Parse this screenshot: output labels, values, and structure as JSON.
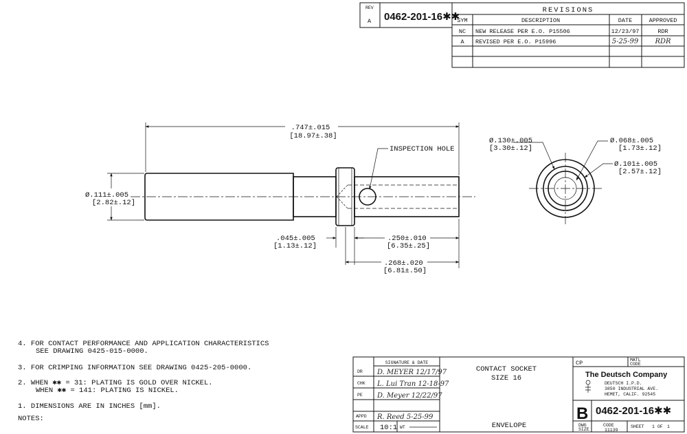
{
  "rev_block": {
    "rev_label": "REV",
    "rev_value": "A",
    "drawing_number": "0462-201-16✱✱"
  },
  "revisions": {
    "title": "REVISIONS",
    "headers": [
      "SYM",
      "DESCRIPTION",
      "DATE",
      "APPROVED"
    ],
    "rows": [
      {
        "sym": "NC",
        "description": "NEW RELEASE PER E.O. P15506",
        "date": "12/23/97",
        "approved": "RDR"
      },
      {
        "sym": "A",
        "description": "REVISED PER E.O. P15996",
        "date": "5-25-99",
        "approved": "RDR"
      }
    ]
  },
  "dimensions": {
    "overall_length": ".747±.015",
    "overall_length_mm": "[18.97±.38]",
    "inspection_hole": "INSPECTION HOLE",
    "body_dia": "Ø.111±.005",
    "body_dia_mm": "[2.82±.12]",
    "collar_width": ".045±.005",
    "collar_width_mm": "[1.13±.12]",
    "socket_len": ".250±.010",
    "socket_len_mm": "[6.35±.25]",
    "socket_total": ".268±.020",
    "socket_total_mm": "[6.81±.50]",
    "outer_dia": "Ø.130±.005",
    "outer_dia_mm": "[3.30±.12]",
    "inner_dia": "Ø.068±.005",
    "inner_dia_mm": "[1.73±.12]",
    "mid_dia": "Ø.101±.005",
    "mid_dia_mm": "[2.57±.12]"
  },
  "notes": {
    "n4_line1": "4.  FOR CONTACT PERFORMANCE AND APPLICATION CHARACTERISTICS",
    "n4_line2": "SEE DRAWING 0425-015-0000.",
    "n3": "3.  FOR CRIMPING INFORMATION SEE DRAWING 0425-205-0000.",
    "n2_line1": "2.  WHEN ✱✱ = 31:  PLATING IS GOLD OVER NICKEL.",
    "n2_line2": "WHEN ✱✱ = 141:  PLATING IS NICKEL.",
    "n1": "1.  DIMENSIONS ARE IN INCHES [mm].",
    "title": "NOTES:"
  },
  "title_block": {
    "sig_header": "SIGNATURE & DATE",
    "dr_label": "DR",
    "dr_value": "D. MEYER  12/17/97",
    "chk_label": "CHK",
    "chk_value": "L. Lui Tran 12-18-97",
    "pe_label": "PE",
    "pe_value": "D. Meyer 12/22/97",
    "appd_label": "APPD",
    "appd_value": "R. Reed 5-25-99",
    "scale_label": "SCALE",
    "scale_value": "10:1",
    "wt_label": "WT",
    "part_title_1": "CONTACT SOCKET",
    "part_title_2": "SIZE 16",
    "envelope": "ENVELOPE",
    "cp_label": "CP",
    "matl_label_1": "MATL",
    "matl_label_2": "CODE",
    "company": "The Deutsch Company",
    "addr_1": "DEUTSCH I.P.D.",
    "addr_2": "3850 INDUSTRIAL AVE.",
    "addr_3": "HEMET, CALIF. 92545",
    "size_letter": "B",
    "drawing_number": "0462-201-16✱✱",
    "dwg_label_1": "DWG",
    "dwg_label_2": "SIZE",
    "code_label": "CODE",
    "code_value": "11139",
    "sheet_label": "SHEET",
    "sheet_value": "1",
    "of_label": "OF",
    "of_value": "1"
  }
}
